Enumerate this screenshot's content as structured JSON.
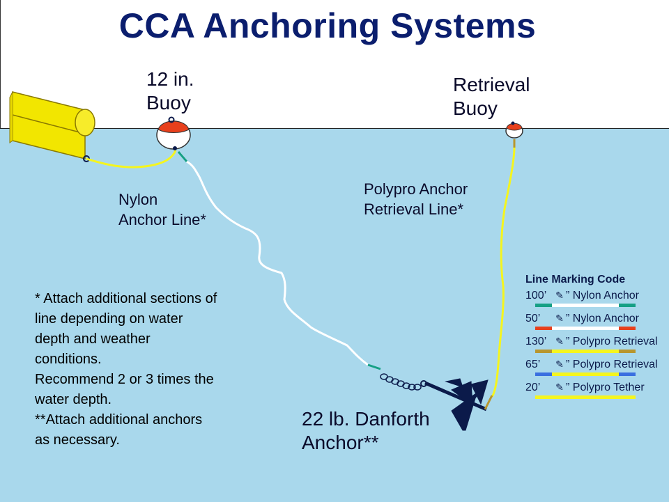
{
  "title": "CCA Anchoring Systems",
  "labels": {
    "buoy12_line1": "12 in.",
    "buoy12_line2": "Buoy",
    "retrieval_line1": "Retrieval",
    "retrieval_line2": "Buoy",
    "nylon_line1": "Nylon",
    "nylon_line2": "Anchor Line*",
    "polypro_line1": "Polypro Anchor",
    "polypro_line2": "Retrieval Line*",
    "anchor_line1": "22 lb. Danforth",
    "anchor_line2": "Anchor**"
  },
  "notes": [
    "* Attach additional sections of",
    "line depending on water",
    "depth and weather",
    "conditions.",
    "Recommend 2 or 3 times the",
    "water depth.",
    "**Attach additional anchors",
    "as necessary."
  ],
  "legend": {
    "title": "Line Marking Code",
    "pencil_icon": "pencil-icon",
    "rows": [
      {
        "length": "100’",
        "desc": "” Nylon Anchor",
        "line_color": "#ffffff",
        "end_color": "#16a085"
      },
      {
        "length": "50’",
        "desc": "” Nylon Anchor",
        "line_color": "#ffffff",
        "end_color": "#e8401c"
      },
      {
        "length": "130’",
        "desc": "” Polypro Retrieval",
        "line_color": "#f5f51e",
        "end_color": "#b8962e"
      },
      {
        "length": "65’",
        "desc": "” Polypro Retrieval",
        "line_color": "#f5f51e",
        "end_color": "#3a6fe0"
      },
      {
        "length": "20’",
        "desc": "” Polypro Tether",
        "line_color": "#f5f51e",
        "end_color": "#f5f51e"
      }
    ]
  },
  "colors": {
    "title": "#0b1e6e",
    "water": "#a9d8ec",
    "nylon_line": "#ffffff",
    "polypro_line": "#f5f51e",
    "buoy_cap": "#e8401c",
    "anchor": "#0b1a4a",
    "boom": "#f2e600"
  }
}
